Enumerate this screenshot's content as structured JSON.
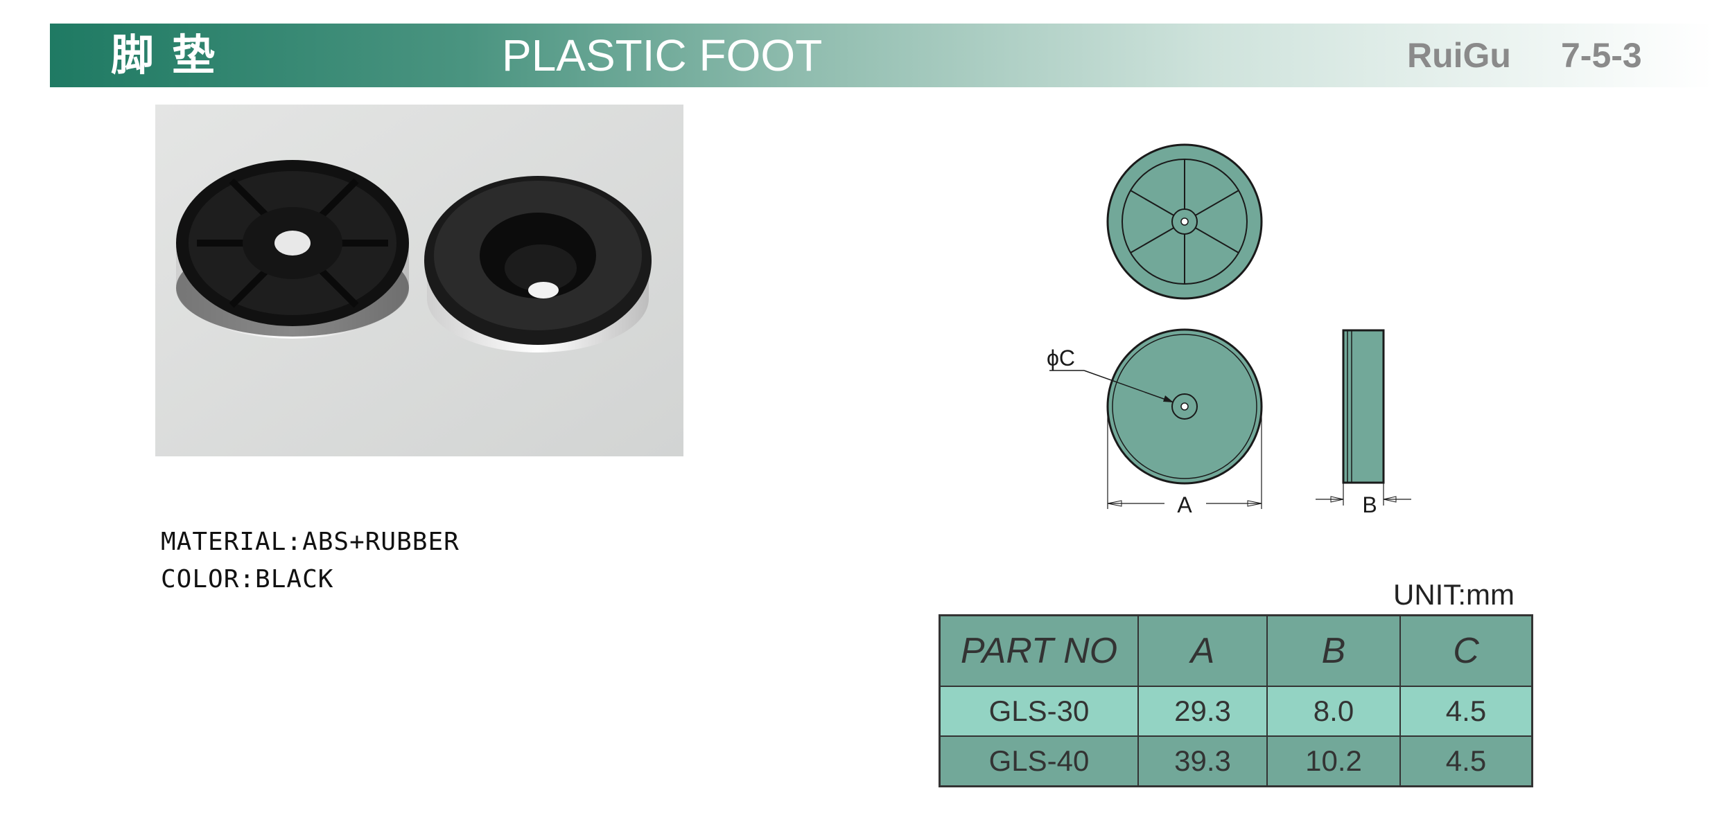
{
  "header": {
    "title_cn": "脚垫",
    "title_en": "PLASTIC FOOT",
    "brand": "RuiGu",
    "code": "7-5-3"
  },
  "specs": {
    "material": "MATERIAL:ABS+RUBBER",
    "color": "COLOR:BLACK"
  },
  "drawing": {
    "label_a": "A",
    "label_b": "B",
    "label_c": "ϕC"
  },
  "unit": "UNIT:mm",
  "table": {
    "headers": [
      "PART NO",
      "A",
      "B",
      "C"
    ],
    "rows": [
      [
        "GLS-30",
        "29.3",
        "8.0",
        "4.5"
      ],
      [
        "GLS-40",
        "39.3",
        "10.2",
        "4.5"
      ]
    ]
  },
  "colors": {
    "accent": "#1f7a63",
    "drawing_fill": "#72a899",
    "row_light": "#93d3c3",
    "row_dark": "#72a899"
  }
}
